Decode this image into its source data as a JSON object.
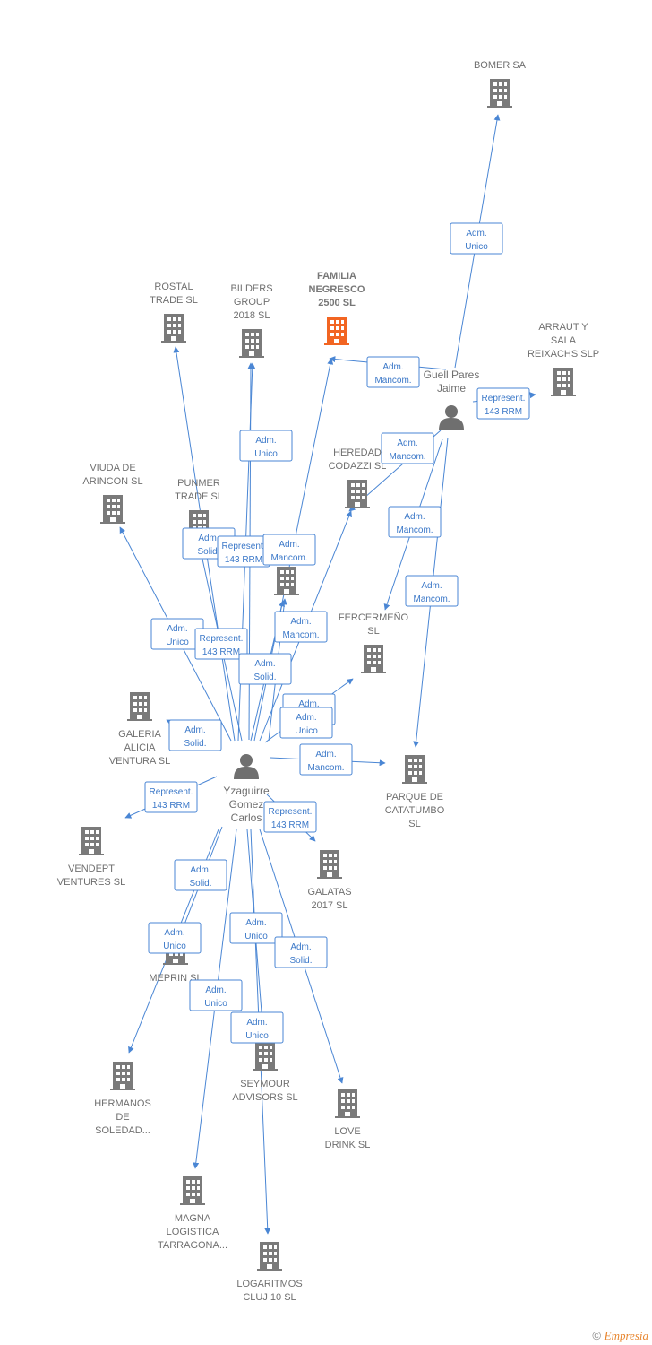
{
  "colors": {
    "edge": "#4a86d4",
    "building": "#7a7a7a",
    "focus_building": "#f26522",
    "person": "#6f6f6f"
  },
  "people": [
    {
      "id": "yzaguirre",
      "lines": [
        "Yzaguirre",
        "Gomez",
        "Carlos"
      ]
    },
    {
      "id": "guell",
      "lines": [
        "Guell Pares",
        "Jaime"
      ]
    }
  ],
  "companies": [
    {
      "id": "familia",
      "lines": [
        "FAMILIA",
        "NEGRESCO",
        "2500  SL"
      ],
      "focus": true
    },
    {
      "id": "bomer",
      "lines": [
        "BOMER SA"
      ]
    },
    {
      "id": "rostal",
      "lines": [
        "ROSTAL",
        "TRADE  SL"
      ]
    },
    {
      "id": "bilders",
      "lines": [
        "BILDERS",
        "GROUP",
        "2018  SL"
      ]
    },
    {
      "id": "arraut",
      "lines": [
        "ARRAUT Y",
        "SALA",
        "REIXACHS SLP"
      ]
    },
    {
      "id": "viuda",
      "lines": [
        "VIUDA DE",
        "ARINCON  SL"
      ]
    },
    {
      "id": "punmer",
      "lines": [
        "PUNMER",
        "TRADE  SL"
      ]
    },
    {
      "id": "heredad",
      "lines": [
        "HEREDAD",
        "CODAZZI  SL"
      ]
    },
    {
      "id": "midco",
      "lines": []
    },
    {
      "id": "fercermeno",
      "lines": [
        "FERCERMEÑO",
        "SL"
      ]
    },
    {
      "id": "galeria",
      "lines": [
        "GALERIA",
        "ALICIA",
        "VENTURA SL"
      ]
    },
    {
      "id": "parque",
      "lines": [
        "PARQUE DE",
        "CATATUMBO",
        "SL"
      ]
    },
    {
      "id": "vendept",
      "lines": [
        "VENDEPT",
        "VENTURES  SL"
      ]
    },
    {
      "id": "galatas",
      "lines": [
        "GALATAS",
        "2017  SL"
      ]
    },
    {
      "id": "meprin",
      "lines": [
        "MEPRIN SL"
      ]
    },
    {
      "id": "hermanos",
      "lines": [
        "HERMANOS",
        "DE",
        "SOLEDAD..."
      ]
    },
    {
      "id": "seymour",
      "lines": [
        "SEYMOUR",
        "ADVISORS SL"
      ]
    },
    {
      "id": "love",
      "lines": [
        "LOVE",
        "DRINK  SL"
      ]
    },
    {
      "id": "magna",
      "lines": [
        "MAGNA",
        "LOGISTICA",
        "TARRAGONA..."
      ]
    },
    {
      "id": "logaritmos",
      "lines": [
        "LOGARITMOS",
        "CLUJ 10  SL"
      ]
    }
  ],
  "relations": [
    {
      "from": "guell",
      "to": "bomer",
      "lines": [
        "Adm.",
        "Unico"
      ]
    },
    {
      "from": "guell",
      "to": "familia",
      "lines": [
        "Adm.",
        "Mancom."
      ]
    },
    {
      "from": "guell",
      "to": "arraut",
      "lines": [
        "Represent.",
        "143 RRM"
      ]
    },
    {
      "from": "guell",
      "to": "heredad",
      "lines": [
        "Adm.",
        "Mancom."
      ]
    },
    {
      "from": "guell",
      "to": "fercermeno",
      "lines": [
        "Adm.",
        "Mancom."
      ]
    },
    {
      "from": "guell",
      "to": "parque",
      "lines": [
        "Adm.",
        "Mancom."
      ]
    },
    {
      "from": "yzaguirre",
      "to": "bilders",
      "lines": [
        "Adm.",
        "Unico"
      ]
    },
    {
      "from": "yzaguirre",
      "to": "punmer",
      "lines": [
        "Adm.",
        "Solid."
      ]
    },
    {
      "from": "yzaguirre",
      "to": "rostal",
      "lines": [
        "Represent.",
        "143 RRM"
      ]
    },
    {
      "from": "yzaguirre",
      "to": "familia",
      "lines": [
        "Adm.",
        "Mancom."
      ]
    },
    {
      "from": "yzaguirre",
      "to": "viuda",
      "lines": [
        "Adm.",
        "Unico"
      ]
    },
    {
      "from": "yzaguirre",
      "to": "bilders",
      "lines": [
        "Represent.",
        "143 RRM"
      ]
    },
    {
      "from": "yzaguirre",
      "to": "heredad",
      "lines": [
        "Adm.",
        "Mancom."
      ]
    },
    {
      "from": "yzaguirre",
      "to": "midco",
      "lines": [
        "Adm.",
        "Solid."
      ]
    },
    {
      "from": "yzaguirre",
      "to": "fercermeno",
      "lines": [
        "Adm.",
        "Mancom."
      ]
    },
    {
      "from": "yzaguirre",
      "to": "midco",
      "lines": [
        "Adm.",
        "Unico"
      ]
    },
    {
      "from": "yzaguirre",
      "to": "galeria",
      "lines": [
        "Adm.",
        "Solid."
      ]
    },
    {
      "from": "yzaguirre",
      "to": "parque",
      "lines": [
        "Adm.",
        "Mancom."
      ]
    },
    {
      "from": "yzaguirre",
      "to": "vendept",
      "lines": [
        "Represent.",
        "143 RRM"
      ]
    },
    {
      "from": "yzaguirre",
      "to": "galatas",
      "lines": [
        "Represent.",
        "143 RRM"
      ]
    },
    {
      "from": "yzaguirre",
      "to": "meprin",
      "lines": [
        "Adm.",
        "Solid."
      ]
    },
    {
      "from": "yzaguirre",
      "to": "hermanos",
      "lines": [
        "Adm.",
        "Unico"
      ]
    },
    {
      "from": "yzaguirre",
      "to": "seymour",
      "lines": [
        "Adm.",
        "Unico"
      ]
    },
    {
      "from": "yzaguirre",
      "to": "love",
      "lines": [
        "Adm.",
        "Solid."
      ]
    },
    {
      "from": "yzaguirre",
      "to": "magna",
      "lines": [
        "Adm.",
        "Unico"
      ]
    },
    {
      "from": "yzaguirre",
      "to": "logaritmos",
      "lines": [
        "Adm.",
        "Unico"
      ]
    }
  ],
  "footer": {
    "copyright": "©",
    "brand": "Empresia"
  }
}
